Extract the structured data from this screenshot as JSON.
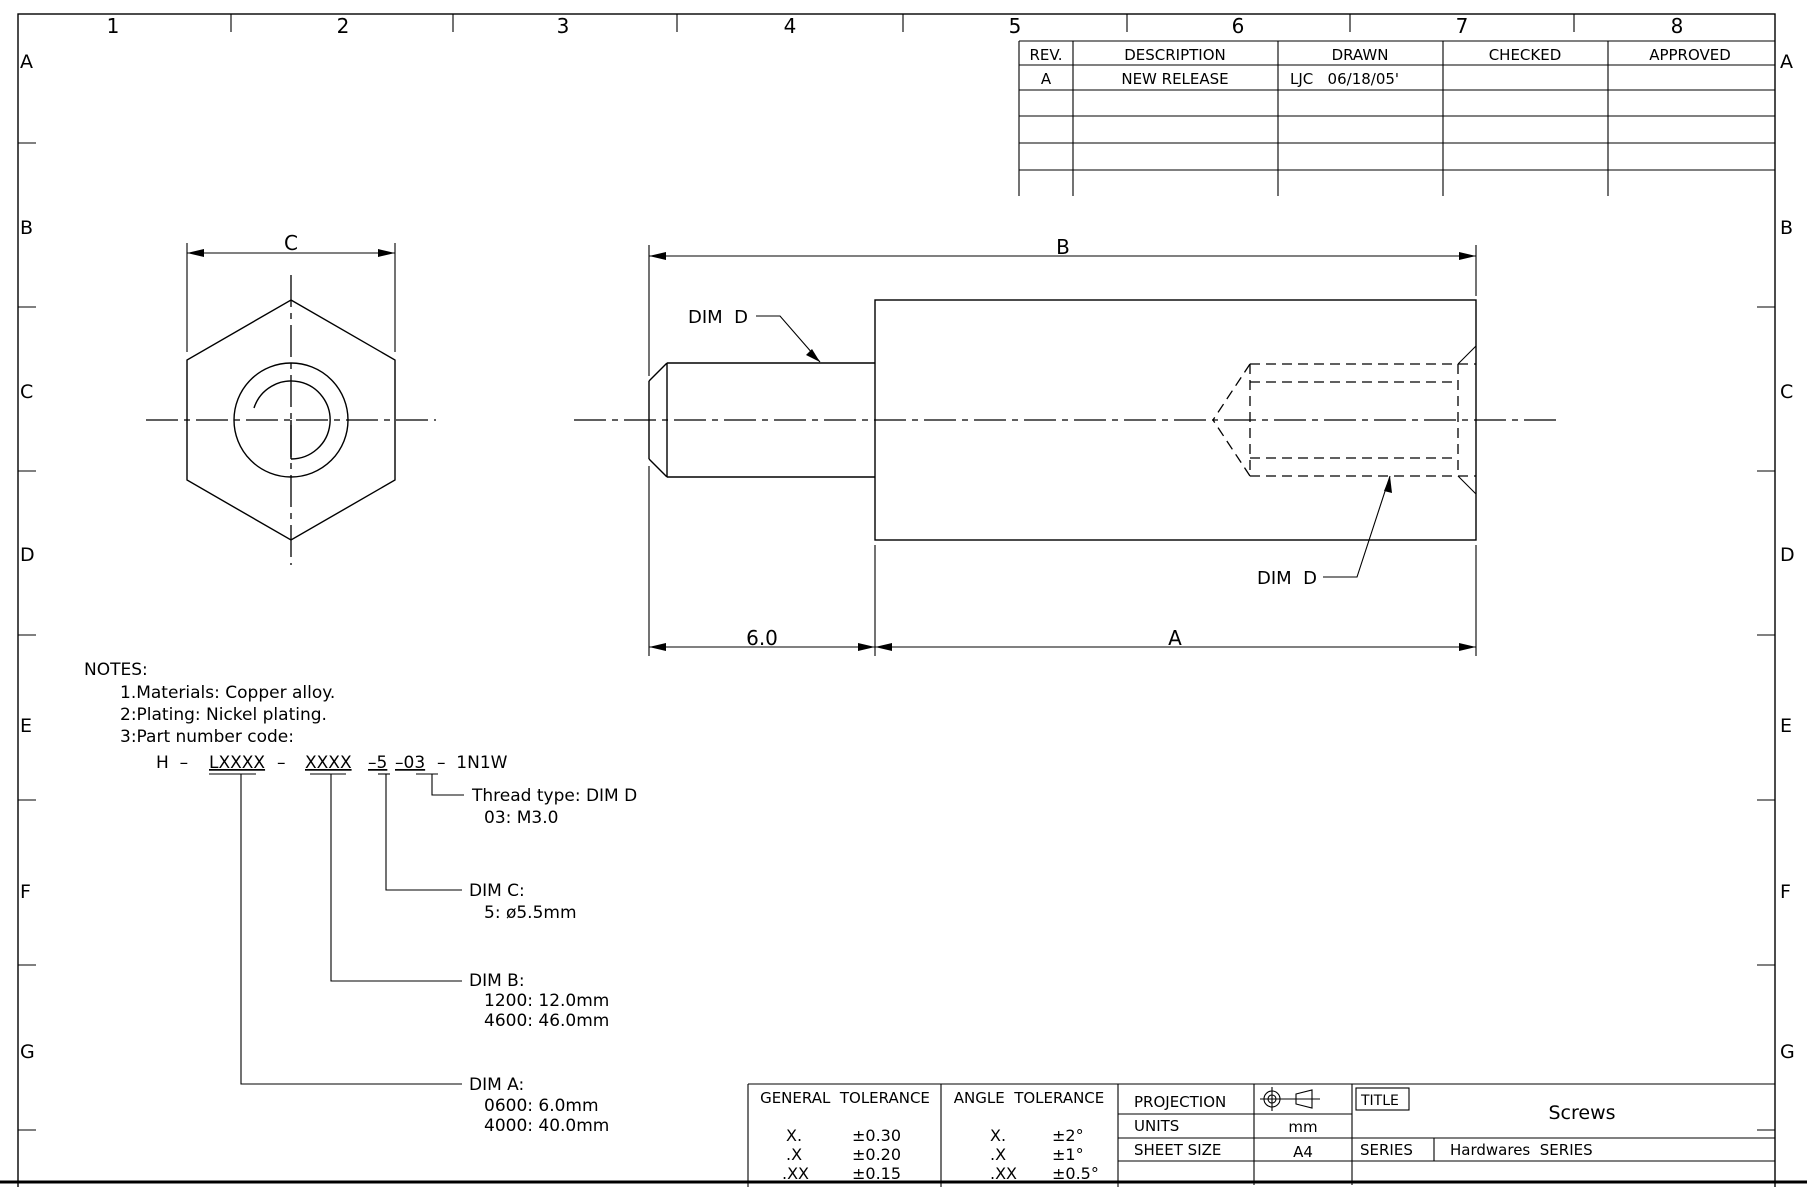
{
  "zones": {
    "columns": [
      "1",
      "2",
      "3",
      "4",
      "5",
      "6",
      "7",
      "8"
    ],
    "rows": [
      "A",
      "B",
      "C",
      "D",
      "E",
      "F",
      "G"
    ]
  },
  "revision_table": {
    "headers": {
      "rev": "REV.",
      "description": "DESCRIPTION",
      "drawn": "DRAWN",
      "checked": "CHECKED",
      "approved": "APPROVED"
    },
    "row1": {
      "rev": "A",
      "description": "NEW RELEASE",
      "drawn": "LJC   06/18/05'",
      "checked": "",
      "approved": ""
    }
  },
  "dimensions": {
    "c": "C",
    "b": "B",
    "a": "A",
    "shank_length": "6.0",
    "dim_d_1": "DIM  D",
    "dim_d_2": "DIM  D"
  },
  "notes": {
    "title": "NOTES:",
    "lines": [
      "1.Materials: Copper alloy.",
      "2:Plating: Nickel plating.",
      "3:Part number code:"
    ],
    "code": {
      "prefix": "H  –",
      "seg_a": "LXXXX",
      "dash1": "–",
      "seg_b": "XXXX",
      "seg_c": "–5",
      "seg_d": "–03",
      "suffix": "–  1N1W"
    },
    "thread": {
      "label": "Thread type: DIM D",
      "value": "03: M3.0"
    },
    "dim_c": {
      "label": "DIM C:",
      "value": "5: ø5.5mm"
    },
    "dim_b": {
      "label": "DIM B:",
      "values": [
        "1200: 12.0mm",
        "4600: 46.0mm"
      ]
    },
    "dim_a": {
      "label": "DIM A:",
      "values": [
        "0600: 6.0mm",
        "4000: 40.0mm"
      ]
    }
  },
  "title_block": {
    "general_tolerance": {
      "header": "GENERAL  TOLERANCE",
      "rows": [
        {
          "k": "X.",
          "v": "±0.30"
        },
        {
          "k": ".X",
          "v": "±0.20"
        },
        {
          "k": ".XX",
          "v": "±0.15"
        }
      ]
    },
    "angle_tolerance": {
      "header": "ANGLE  TOLERANCE",
      "rows": [
        {
          "k": "X.",
          "v": "±2°"
        },
        {
          "k": ".X",
          "v": "±1°"
        },
        {
          "k": ".XX",
          "v": "±0.5°"
        }
      ]
    },
    "projection_label": "PROJECTION",
    "units_label": "UNITS",
    "units_value": "mm",
    "sheet_size_label": "SHEET SIZE",
    "sheet_size_value": "A4",
    "title_label": "TITLE",
    "title_value": "Screws",
    "series_label": "SERIES",
    "series_value": "Hardwares  SERIES"
  }
}
